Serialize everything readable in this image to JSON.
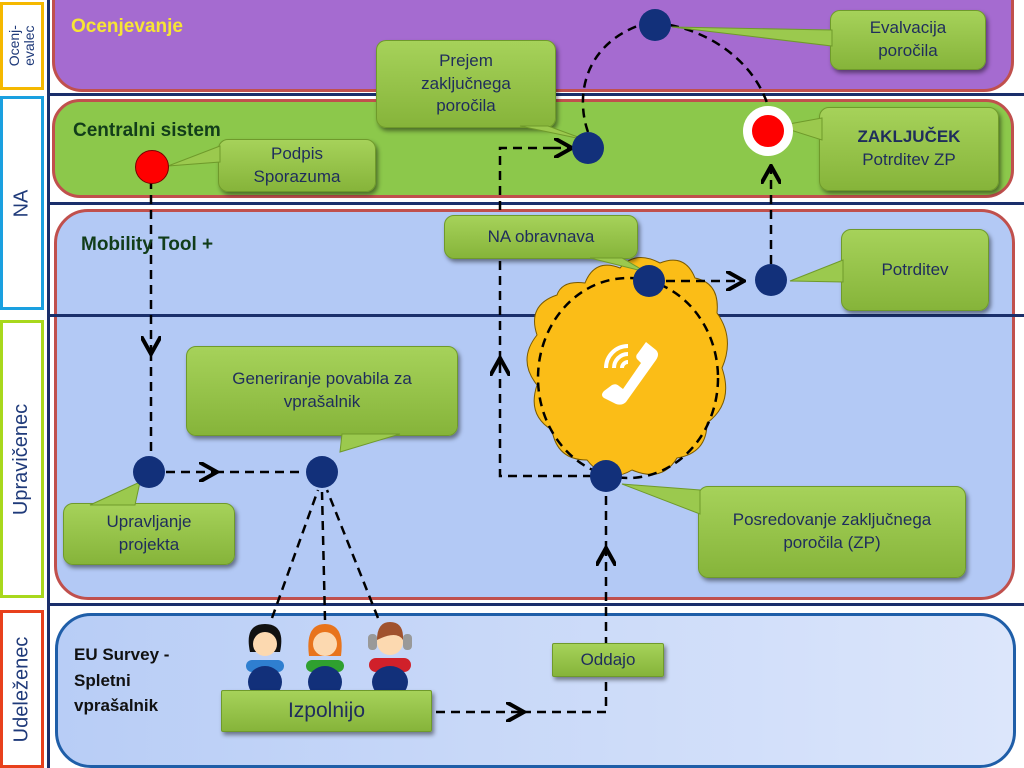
{
  "lanes": [
    {
      "label": "Ocenj-\nevalec",
      "color": "#f5b800"
    },
    {
      "label": "NA",
      "color": "#1aa0e0"
    },
    {
      "label": "Upravičenec",
      "color": "#a8d81c"
    },
    {
      "label": "Udeleženec",
      "color": "#e8401c"
    }
  ],
  "panels": {
    "ocenjevanje": {
      "title": "Ocenjevanje",
      "color": "#a56bd0"
    },
    "centralni": {
      "title": "Centralni sistem",
      "color": "#8cc84b"
    },
    "mobility": {
      "title": "Mobility Tool +",
      "color": "#b3c9f5"
    },
    "eusurvey": {
      "title": "EU Survey -\nSpletni\nvprašalnik",
      "color": "#c8d8f8"
    }
  },
  "callouts": {
    "evalvacija": "Evalvacija\nporočila",
    "prejem": "Prejem\nzaključnega\nporočila",
    "podpis": "Podpis\nSporazuma",
    "zakljucek_title": "ZAKLJUČEK",
    "zakljucek_sub": "Potrditev ZP",
    "na_obravnava": "NA obravnava",
    "potrditev": "Potrditev",
    "generiranje": "Generiranje povabila za\nvprašalnik",
    "upravljanje": "Upravljanje\nprojekta",
    "posredovanje": "Posredovanje zaključnega\nporočila (ZP)",
    "oddajo": "Oddajo",
    "izpolnijo": "Izpolnijo"
  },
  "icons": {
    "phone": "phone-icon",
    "participants": [
      "participant-girl-dark-hair",
      "participant-girl-red-hair",
      "participant-boy-headphones"
    ]
  }
}
